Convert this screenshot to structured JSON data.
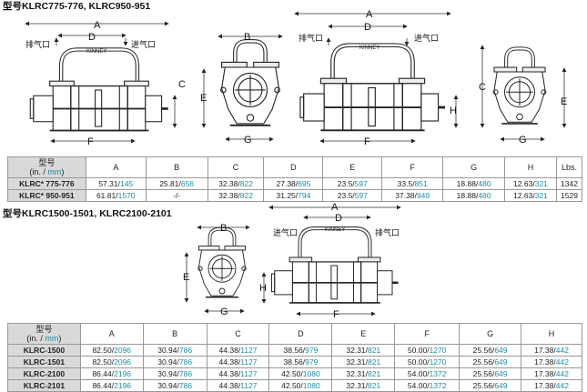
{
  "section1": {
    "title": "型号KLRC775-776, KLRC950-951"
  },
  "section2": {
    "title": "型号KLRC1500-1501, KLRC2100-2101"
  },
  "drawing_labels": {
    "A": "A",
    "B": "B",
    "C": "C",
    "D": "D",
    "E": "E",
    "F": "F",
    "G": "G",
    "H": "H",
    "exhaust": "排气口",
    "inlet": "进气口",
    "brand": "KINNEY"
  },
  "table1": {
    "header_model": "型号",
    "header_units_in": "(in. / ",
    "header_units_mm": "mm",
    ")": ")",
    "columns": [
      "A",
      "B",
      "C",
      "D",
      "E",
      "F",
      "G",
      "H",
      "Lbs."
    ],
    "rows": [
      {
        "model": "KLRC* 775-776",
        "cells": [
          [
            "57.31",
            "145"
          ],
          [
            "25.81",
            "656"
          ],
          [
            "32.38",
            "822"
          ],
          [
            "27.38",
            "695"
          ],
          [
            "23.5",
            "597"
          ],
          [
            "33.5",
            "851"
          ],
          [
            "18.88",
            "480"
          ],
          [
            "12.63",
            "321"
          ]
        ],
        "lbs": "1342"
      },
      {
        "model": "KLRC* 950-951",
        "cells": [
          [
            "61.81",
            "1570"
          ],
          [
            "-/-",
            ""
          ],
          [
            "32.38",
            "822"
          ],
          [
            "31.25",
            "794"
          ],
          [
            "23.5",
            "597"
          ],
          [
            "37.38",
            "949"
          ],
          [
            "18.88",
            "480"
          ],
          [
            "12.63",
            "321"
          ]
        ],
        "lbs": "1529"
      }
    ]
  },
  "table2": {
    "header_model": "型号",
    "header_units_in": "(in. / ",
    "header_units_mm": "mm",
    "columns": [
      "A",
      "B",
      "C",
      "D",
      "E",
      "F",
      "G",
      "H"
    ],
    "rows": [
      {
        "model": "KLRC-1500",
        "cells": [
          [
            "82.50",
            "2096"
          ],
          [
            "30.94",
            "786"
          ],
          [
            "44.38",
            "1127"
          ],
          [
            "38.56",
            "979"
          ],
          [
            "32.31",
            "821"
          ],
          [
            "50.00",
            "1270"
          ],
          [
            "25.56",
            "649"
          ],
          [
            "17.38",
            "442"
          ]
        ]
      },
      {
        "model": "KLRC-1501",
        "cells": [
          [
            "82.50",
            "2096"
          ],
          [
            "30.94",
            "786"
          ],
          [
            "44.38",
            "1127"
          ],
          [
            "38.56",
            "979"
          ],
          [
            "32.31",
            "821"
          ],
          [
            "50.00",
            "1270"
          ],
          [
            "25.56",
            "649"
          ],
          [
            "17.38",
            "442"
          ]
        ]
      },
      {
        "model": "KLRC-2100",
        "cells": [
          [
            "86.44",
            "2196"
          ],
          [
            "30.94",
            "786"
          ],
          [
            "44.38",
            "1127"
          ],
          [
            "42.50",
            "1080"
          ],
          [
            "32.31",
            "821"
          ],
          [
            "54.00",
            "1372"
          ],
          [
            "25.56",
            "649"
          ],
          [
            "17.38",
            "442"
          ]
        ]
      },
      {
        "model": "KLRC-2101",
        "cells": [
          [
            "86.44",
            "2196"
          ],
          [
            "30.94",
            "786"
          ],
          [
            "44.38",
            "1127"
          ],
          [
            "42.50",
            "1080"
          ],
          [
            "32.31",
            "821"
          ],
          [
            "54.00",
            "1372"
          ],
          [
            "25.56",
            "649"
          ],
          [
            "17.38",
            "442"
          ]
        ]
      }
    ]
  }
}
